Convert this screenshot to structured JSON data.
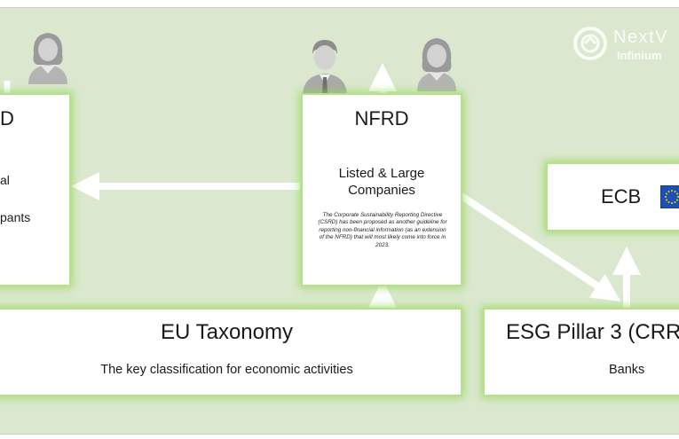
{
  "left_box": {
    "title": "D",
    "line1": "al",
    "line2": "pants"
  },
  "nfrd_box": {
    "title": "NFRD",
    "subtitle_line1": "Listed & Large",
    "subtitle_line2": "Companies",
    "note": "The Corporate Sustainability Reporting Directive (CSRD) has been proposed as another guideline for reporting non-financial information (as an extension of the NFRD) that will most likely come into force in 2023."
  },
  "ecb_box": {
    "title": "ECB"
  },
  "taxonomy_box": {
    "title": "EU Taxonomy",
    "subtitle": "The key classification for economic activities"
  },
  "pillar_box": {
    "title": "ESG Pillar 3 (CRR",
    "subtitle": "Banks"
  },
  "logo": {
    "line1": "NextV",
    "line2": "Infinium"
  },
  "colors": {
    "background": "#dbe8cf",
    "glow": "#a8dc78",
    "arrow": "#ffffff",
    "flag": "#1e4fb3",
    "person": "#c8c8c8"
  },
  "icons": [
    "female-person-icon",
    "male-person-icon",
    "female-person-icon",
    "eu-flag-icon",
    "logo-icon"
  ]
}
